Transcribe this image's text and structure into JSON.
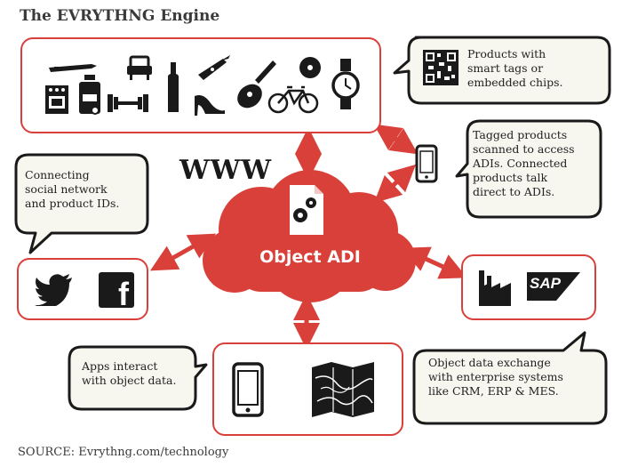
{
  "title": "The EVRYTHNG Engine",
  "source": "SOURCE: Evrythng.com/technology",
  "colors": {
    "accent": "#d9403a",
    "dark": "#1a1a1a",
    "bubble_fill": "#f7f6ef"
  },
  "products_bubble": "Products with\nsmart tags or\nembedded chips.",
  "scan_bubble": "Tagged products\nscanned to access\nADIs. Connected\nproducts talk\ndirect to ADIs.",
  "social_bubble": "Connecting\nsocial network\nand product IDs.",
  "apps_bubble": "Apps interact\nwith object data.",
  "enterprise_bubble": "Object data exchange\nwith enterprise systems\nlike CRM, ERP & MES.",
  "www_label": "WWW",
  "cloud_label": "Object ADI",
  "sap_label": "SAP",
  "facebook_label": "f",
  "icons": {
    "products": [
      "pen-icon",
      "armchair-icon",
      "wine-bottle-icon",
      "swiss-knife-icon",
      "guitar-icon",
      "cd-icon",
      "watch-icon",
      "stove-icon",
      "medicine-bottle-icon",
      "dumbbell-icon",
      "high-heel-icon",
      "bicycle-icon"
    ],
    "social": [
      "twitter-icon",
      "facebook-icon"
    ],
    "apps": [
      "smartphone-icon",
      "map-icon"
    ],
    "enterprise": [
      "factory-icon",
      "sap-logo-icon"
    ]
  }
}
